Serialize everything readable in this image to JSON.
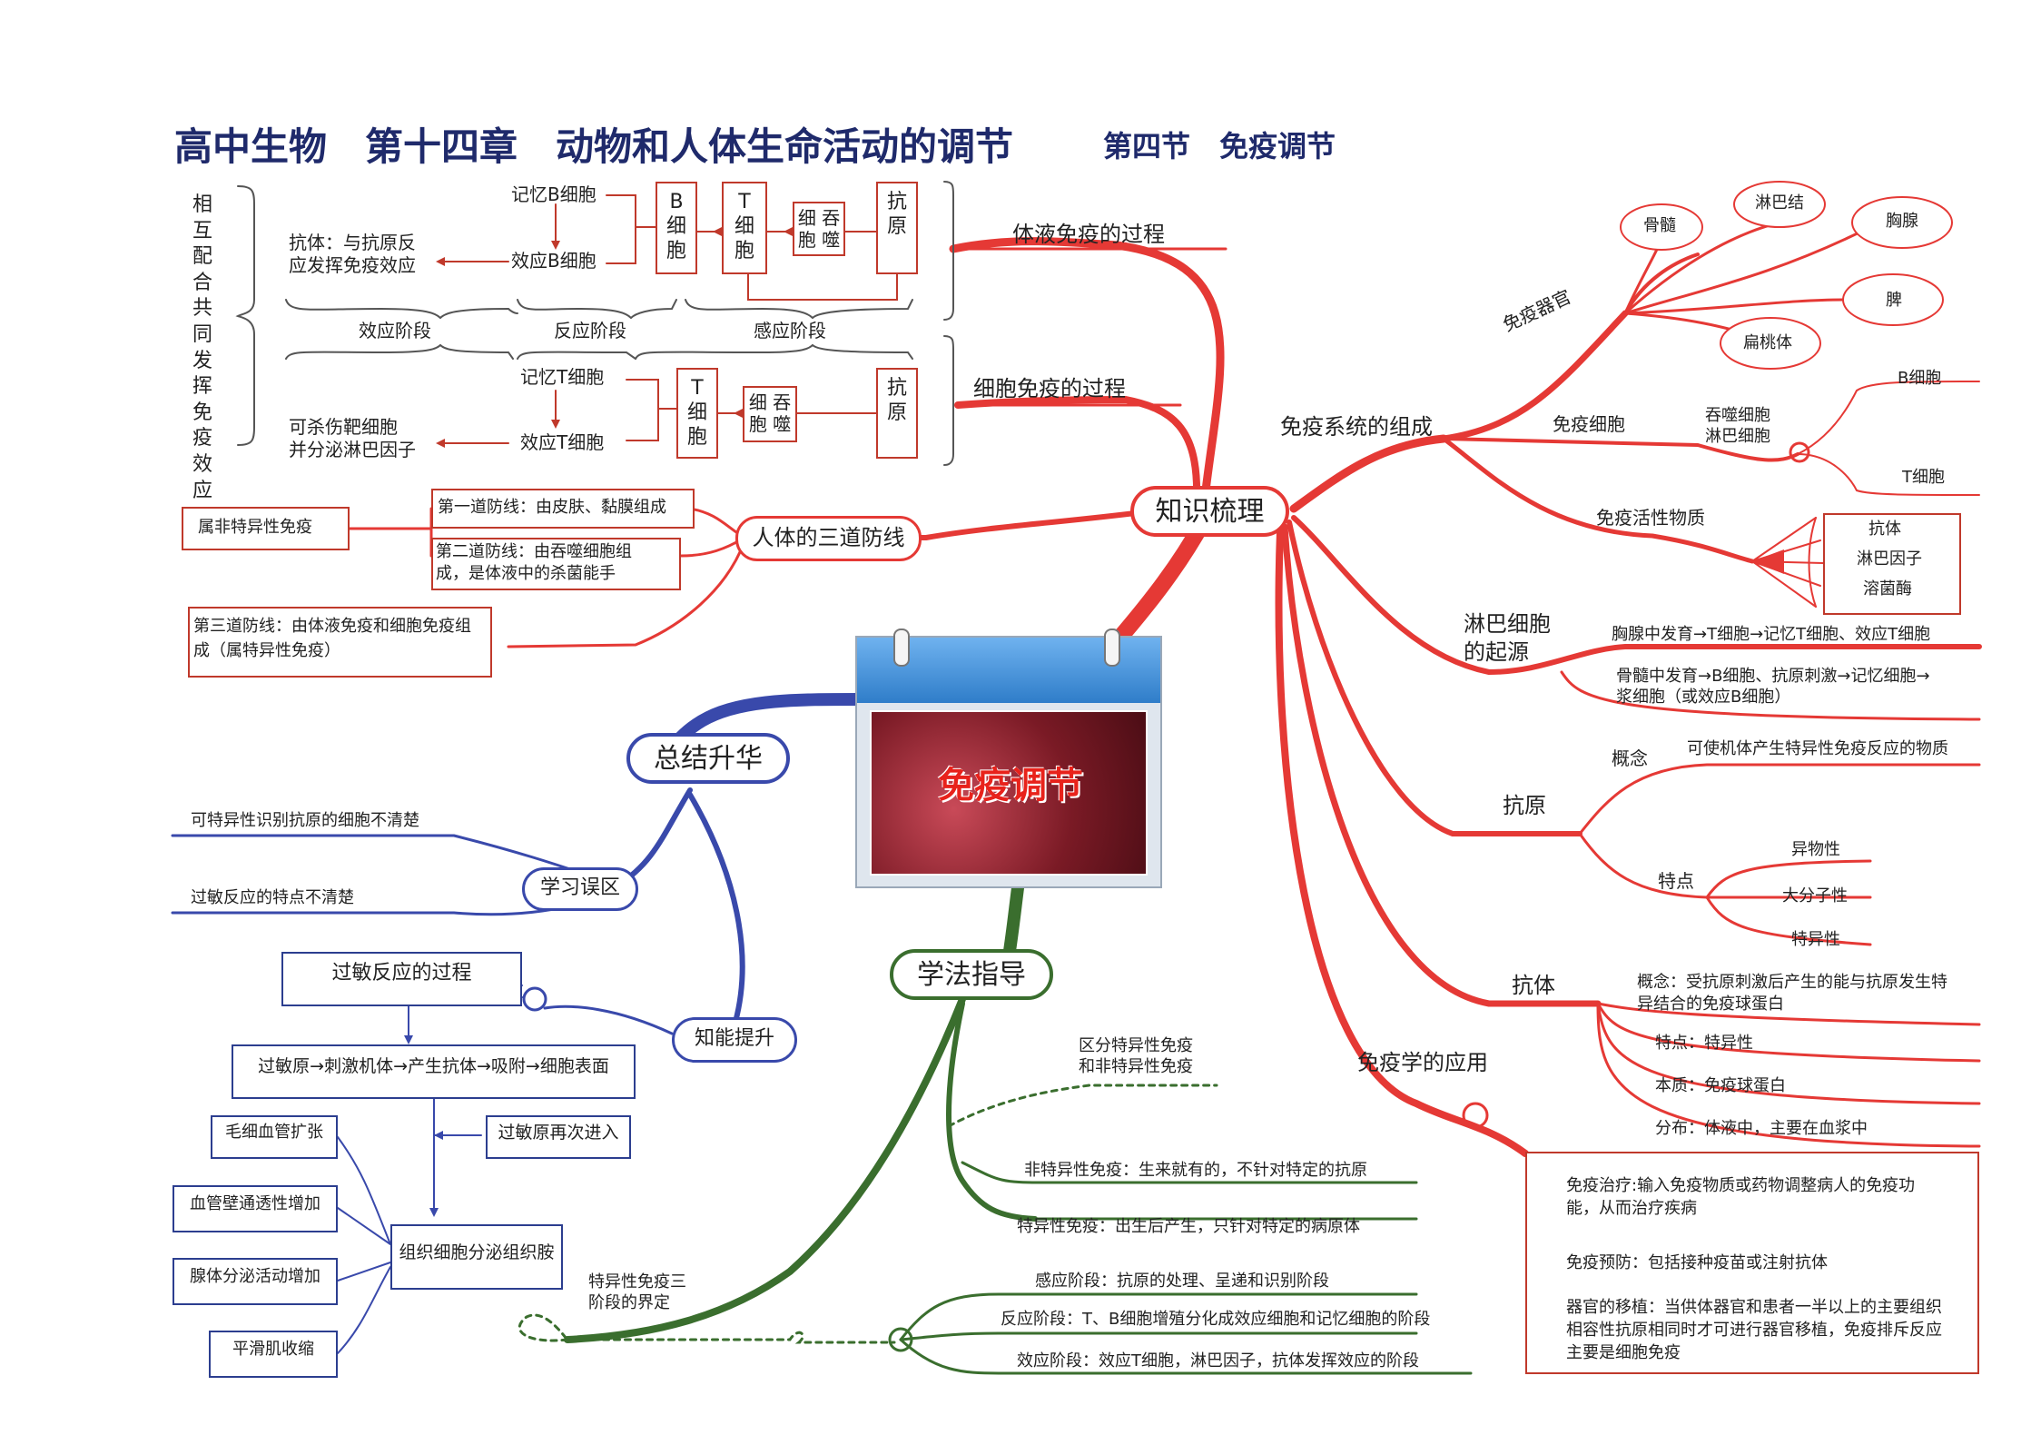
{
  "title": {
    "main": "高中生物　第十四章　动物和人体生命活动的调节",
    "sub": "第四节　免疫调节"
  },
  "center_label": "免疫调节",
  "colors": {
    "red": "#e53935",
    "blue": "#3949ab",
    "green": "#3a6e2e",
    "title": "#1f2a6b"
  },
  "hubs": {
    "knowledge": "知识梳理",
    "summary": "总结升华",
    "method": "学法指导"
  },
  "vertical_label": "相互配合共同发挥免疫效应",
  "humoral": {
    "memory_b": "记忆B细胞",
    "effect_b": "效应B细胞",
    "antibody": "抗体：与抗原反\n应发挥免疫效应",
    "b_cell": "B\n细\n胞",
    "t_cell": "T\n细\n胞",
    "phago": "细 吞\n胞 噬",
    "antigen": "抗\n原",
    "stage_effect": "效应阶段",
    "stage_react": "反应阶段",
    "stage_sense": "感应阶段",
    "branch": "体液免疫的过程"
  },
  "cellular": {
    "memory_t": "记忆T细胞",
    "effect_t": "效应T细胞",
    "kill": "可杀伤靶细胞\n并分泌淋巴因子",
    "t_cell": "T\n细\n胞",
    "phago": "细 吞\n胞 噬",
    "antigen": "抗\n原",
    "branch": "细胞免疫的过程"
  },
  "defense": {
    "branch": "人体的三道防线",
    "line1": "第一道防线：由皮肤、黏膜组成",
    "line2": "第二道防线：由吞噬细胞组\n成，是体液中的杀菌能手",
    "line3": "第三道防线：由体液免疫和细胞免疫组\n成（属特异性免疫）",
    "nonspecific": "属非特异性免疫"
  },
  "immune_system": {
    "branch": "免疫系统的组成",
    "organs_label": "免疫器官",
    "organs": [
      "骨髓",
      "淋巴结",
      "胸腺",
      "脾",
      "扁桃体"
    ],
    "cells_label": "免疫细胞",
    "cells": "吞噬细胞\n淋巴细胞",
    "b": "B细胞",
    "t": "T细胞",
    "active_label": "免疫活性物质",
    "active": [
      "抗体",
      "淋巴因子",
      "溶菌酶"
    ]
  },
  "lymph_origin": {
    "branch": "淋巴细胞\n的起源",
    "thymus": "胸腺中发育→T细胞→记忆T细胞、效应T细胞",
    "marrow": "骨髓中发育→B细胞、抗原刺激→记忆细胞→\n浆细胞（或效应B细胞）"
  },
  "antigen": {
    "branch": "抗原",
    "concept_label": "概念",
    "concept": "可使机体产生特异性免疫反应的物质",
    "feature_label": "特点",
    "features": [
      "异物性",
      "大分子性",
      "特异性"
    ]
  },
  "antibody": {
    "branch": "抗体",
    "concept": "概念：受抗原刺激后产生的能与抗原发生特\n异结合的免疫球蛋白",
    "feature": "特点：特异性",
    "essence": "本质：免疫球蛋白",
    "distribution": "分布：体液中，主要在血浆中"
  },
  "application": {
    "branch": "免疫学的应用",
    "therapy": "免疫治疗:输入免疫物质或药物调整病人的免疫功\n能，从而治疗疾病",
    "prevention": "免疫预防：包括接种疫苗或注射抗体",
    "transplant": "器官的移植：当供体器官和患者一半以上的主要组织\n相容性抗原相同时才可进行器官移植，免疫排斥反应\n主要是细胞免疫"
  },
  "summary": {
    "misconceptions_label": "学习误区",
    "mis1": "可特异性识别抗原的细胞不清楚",
    "mis2": "过敏反应的特点不清楚",
    "ability_label": "知能提升",
    "allergy_title": "过敏反应的过程",
    "allergy_flow": "过敏原→刺激机体→产生抗体→吸附→细胞表面",
    "reenter": "过敏原再次进入",
    "secrete": "组织细胞分泌组织胺",
    "effects": [
      "毛细血管扩张",
      "血管壁通透性增加",
      "腺体分泌活动增加",
      "平滑肌收缩"
    ]
  },
  "method": {
    "distinguish": "区分特异性免疫\n和非特异性免疫",
    "nonspecific": "非特异性免疫：生来就有的，不针对特定的抗原",
    "specific": "特异性免疫：出生后产生，只针对特定的病原体",
    "stages_label": "特异性免疫三\n阶段的界定",
    "s1": "感应阶段：抗原的处理、呈递和识别阶段",
    "s2": "反应阶段：T、B细胞增殖分化成效应细胞和记忆细胞的阶段",
    "s3": "效应阶段：效应T细胞，淋巴因子，抗体发挥效应的阶段"
  }
}
